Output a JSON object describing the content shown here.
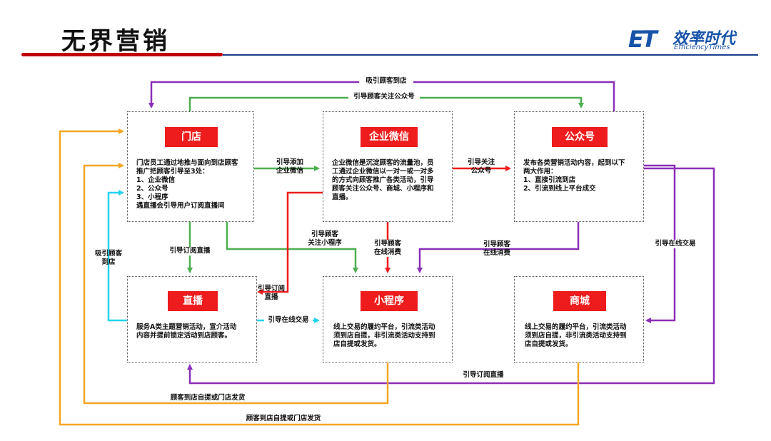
{
  "header": {
    "title": "无界营销",
    "logo_mark": "ET",
    "logo_cn": "效率时代",
    "logo_en": "EfficiencyTimes"
  },
  "colors": {
    "accent_red": "#ee1c1c",
    "purple": "#8b2fb8",
    "green": "#4caf50",
    "cyan": "#22d3ee",
    "orange": "#f5a623",
    "red_arrow": "#ee1c1c"
  },
  "nodes": {
    "store": {
      "title": "门店",
      "text": "门店员工通过地推与面向到店顾客\n推广把顾客引导至3处：\n1、企业微信\n2、公众号\n3、小程序\n遇直播会引导用户订阅直播间"
    },
    "wecom": {
      "title": "企业微信",
      "text": "企业微信是沉淀顾客的流量池，员\n工通过企业微信以一对一或一对多\n的方式向顾客推广各类活动，引导\n顾客关注公众号、商城、小程序和\n直播。"
    },
    "official": {
      "title": "公众号",
      "text": "发布各类营销活动内容，起到以下\n两大作用：\n1、直接引流到店\n2、引流到线上平台成交"
    },
    "live": {
      "title": "直播",
      "text": "服务A类主题营销活动，宣介活动\n内容并提前锁定活动到店顾客。"
    },
    "miniapp": {
      "title": "小程序",
      "text": "线上交易的履约平台，引流类活动\n须到店自提，非引流类活动支持到\n店自提或发货。"
    },
    "mall": {
      "title": "商城",
      "text": "线上交易的履约平台，引流类活动\n须到店自提，非引流类活动支持到\n店自提或发货。"
    }
  },
  "edge_labels": {
    "attract_to_store_top": "吸引顾客到店",
    "follow_official_top": "引导顾客关注公众号",
    "add_wecom": "引导添加\n企业微信",
    "follow_official_mid": "引导关注\n公众号",
    "subscribe_live_left": "引导订阅直播",
    "follow_miniapp": "引导顾客\n关注小程序",
    "wecom_to_miniapp": "引导顾客\n在线消费",
    "official_to_miniapp": "引导顾客\n在线消费",
    "online_trade_right": "引导在线交易",
    "attract_to_store_left": "吸引顾客\n到店",
    "subscribe_live_mid": "引导订阅\n直播",
    "live_to_miniapp": "引导在线交易",
    "subscribe_live_bottom": "引导订阅直播",
    "pickup_inner": "顾客到店自提或门店发货",
    "pickup_outer": "顾客到店自提或门店发货"
  }
}
